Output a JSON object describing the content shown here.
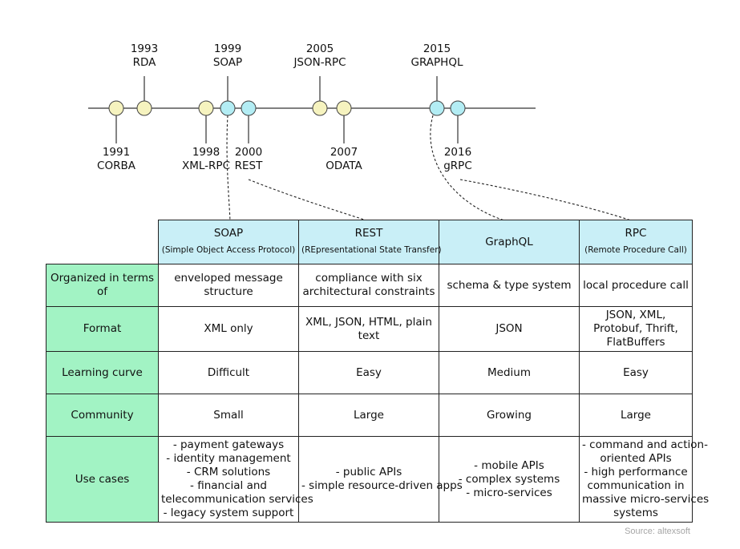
{
  "timeline": {
    "events": [
      {
        "year": "1991",
        "name": "CORBA",
        "pos": "below",
        "kind": "other"
      },
      {
        "year": "1993",
        "name": "RDA",
        "pos": "above",
        "kind": "other"
      },
      {
        "year": "1998",
        "name": "XML-RPC",
        "pos": "below",
        "kind": "other"
      },
      {
        "year": "1999",
        "name": "SOAP",
        "pos": "above",
        "kind": "featured"
      },
      {
        "year": "2000",
        "name": "REST",
        "pos": "below",
        "kind": "featured"
      },
      {
        "year": "2005",
        "name": "JSON-RPC",
        "pos": "above",
        "kind": "other"
      },
      {
        "year": "2007",
        "name": "ODATA",
        "pos": "below",
        "kind": "other"
      },
      {
        "year": "2015",
        "name": "GRAPHQL",
        "pos": "above",
        "kind": "featured"
      },
      {
        "year": "2016",
        "name": "gRPC",
        "pos": "below",
        "kind": "featured"
      }
    ]
  },
  "table": {
    "apis": [
      {
        "name": "SOAP",
        "full": "(Simple Object Access Protocol)"
      },
      {
        "name": "REST",
        "full": "(REpresentational State Transfer)"
      },
      {
        "name": "GraphQL",
        "full": ""
      },
      {
        "name": "RPC",
        "full": "(Remote Procedure Call)"
      }
    ],
    "rows": [
      {
        "label": "Organized in terms of",
        "values": [
          "enveloped message structure",
          "compliance with six architectural constraints",
          "schema & type system",
          "local procedure call"
        ]
      },
      {
        "label": "Format",
        "values": [
          "XML only",
          "XML, JSON, HTML, plain text",
          "JSON",
          "JSON, XML, Protobuf, Thrift, FlatBuffers"
        ]
      },
      {
        "label": "Learning curve",
        "values": [
          "Difficult",
          "Easy",
          "Medium",
          "Easy"
        ]
      },
      {
        "label": "Community",
        "values": [
          "Small",
          "Large",
          "Growing",
          "Large"
        ]
      }
    ],
    "use_cases": {
      "label": "Use cases",
      "values": [
        [
          "- payment gateways",
          "- identity management",
          "- CRM solutions",
          "- financial and",
          "telecommunication services",
          "- legacy system support"
        ],
        [
          "- public APIs",
          "- simple resource-driven apps"
        ],
        [
          "- mobile APIs",
          "- complex systems",
          "- micro-services"
        ],
        [
          "- command and action-",
          "oriented APIs",
          "- high performance",
          "communication in",
          "massive micro-services",
          "systems"
        ]
      ]
    }
  },
  "source": "Source: altexsoft",
  "colors": {
    "other_node": "#f6f3bf",
    "featured_node": "#b3edf4",
    "header_bg": "#c9eff7",
    "row_header_bg": "#a2f3c4"
  }
}
